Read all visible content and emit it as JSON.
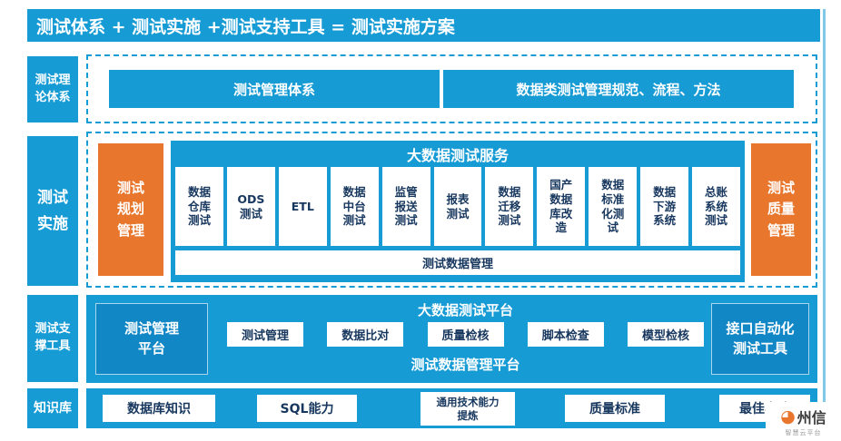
{
  "colors": {
    "blue": "#169BD5",
    "orange": "#E8762D",
    "dark_text": "#17375E"
  },
  "header": {
    "title": "测试体系 + 测试实施 +测试支持工具 = 测试实施方案"
  },
  "sidebar": {
    "theory": "测试理\n论体系",
    "implementation": "测试\n实施",
    "support": "测试支\n撑工具",
    "knowledge": "知识库"
  },
  "theory_row": {
    "box1": "测试管理体系",
    "box2": "数据类测试管理规范、流程、方法"
  },
  "impl_row": {
    "plan": "测试\n规划\n管理",
    "quality": "测试\n质量\n管理",
    "service_title": "大数据测试服务",
    "services": [
      "数据\n仓库\n测试",
      "ODS\n测试",
      "ETL",
      "数据\n中台\n测试",
      "监管\n报送\n测试",
      "报表\n测试",
      "数据\n迁移\n测试",
      "国产\n数据\n库改\n造",
      "数据\n标准\n化测\n试",
      "数据\n下游\n系统",
      "总账\n系统\n测试"
    ],
    "service_footer": "测试数据管理"
  },
  "tools_row": {
    "left_box": "测试管理\n平台",
    "platform_title": "大数据测试平台",
    "tools": [
      "测试管理",
      "数据比对",
      "质量检核",
      "脚本检查",
      "模型检核"
    ],
    "platform_footer": "测试数据管理平台",
    "right_box": "接口自动化\n测试工具"
  },
  "knowledge_row": {
    "items": [
      "数据库知识",
      "SQL能力",
      "通用技术能力\n提炼",
      "质量标准",
      "最佳实践"
    ]
  },
  "logo": {
    "mark": "◕",
    "text": "州信",
    "subtext": "智慧云平台"
  }
}
